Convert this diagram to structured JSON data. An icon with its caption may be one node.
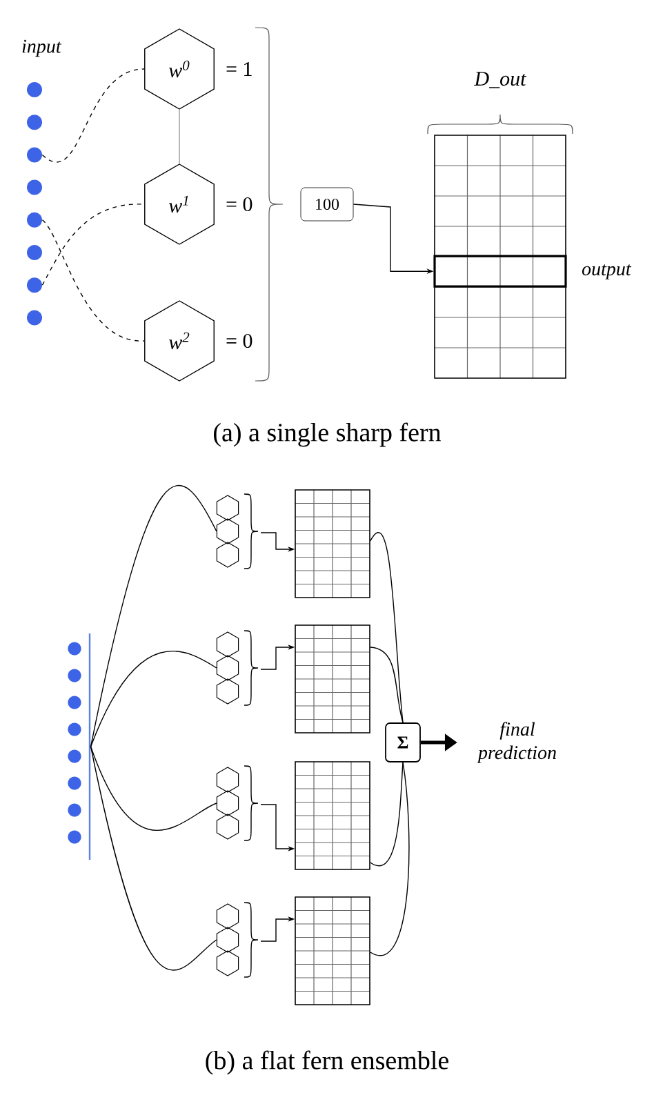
{
  "diagram": {
    "nodes": [
      {
        "text": [
          "w$^{0}$"
        ],
        "beside": [
          "= 1"
        ]
      },
      {
        "text": [
          "w$^{1}$"
        ],
        "beside": [
          "= 0"
        ]
      },
      {
        "text": [
          "w$^{2}$"
        ],
        "beside": [
          "= 0"
        ]
      },
      {
        "text": [],
        "shape": "circle"
      },
      {
        "text": [],
        "shape": "circle"
      },
      {
        "text": [],
        "shape": "circle"
      },
      {
        "text": [],
        "shape": "circle"
      },
      {
        "text": [],
        "shape": "circle"
      },
      {
        "text": [],
        "shape": "circle"
      },
      {
        "text": [],
        "shape": "circle"
      },
      {
        "text": [],
        "shape": "circle"
      },
      {
        "text": [
          "100"
        ]
      },
      {
        "text": [],
        "shape": "box"
      },
      {
        "text": [],
        "shape": "box",
        "in": 12,
        "beside": [
          "output"
        ]
      },
      {
        "text": [],
        "shape": "bar"
      },
      {
        "text": [],
        "shape": "hexagon"
      },
      {
        "text": [],
        "shape": "hexagon"
      },
      {
        "text": [],
        "shape": "hexagon"
      },
      {
        "text": [],
        "shape": "hexagon"
      },
      {
        "text": [],
        "shape": "hexagon"
      },
      {
        "text": [],
        "shape": "hexagon"
      },
      {
        "text": [],
        "shape": "hexagon"
      },
      {
        "text": [],
        "shape": "hexagon"
      },
      {
        "text": [],
        "shape": "hexagon"
      },
      {
        "text": [],
        "shape": "hexagon"
      },
      {
        "text": [],
        "shape": "hexagon"
      },
      {
        "text": [],
        "shape": "hexagon"
      },
      {
        "text": [],
        "shape": "box"
      },
      {
        "text": [],
        "shape": "box"
      },
      {
        "text": [],
        "shape": "box"
      },
      {
        "text": [],
        "shape": "box"
      },
      {
        "text": [
          "Σ"
        ]
      },
      {
        "text": [
          "final prediction"
        ]
      }
    ],
    "edges": [
      {
        "from": 0,
        "to": 1,
        "arrow": "none",
        "color": "#9a9a9a"
      },
      {
        "from": 5,
        "to": 0,
        "arrow": "none",
        "style": "dashed"
      },
      {
        "from": 9,
        "to": 1,
        "arrow": "none",
        "style": "dashed"
      },
      {
        "from": 7,
        "to": 2,
        "arrow": "none",
        "style": "dashed"
      },
      {
        "from": 11,
        "to": 13,
        "arrow": "to"
      },
      {
        "from": 14,
        "to": 16,
        "arrow": "none"
      },
      {
        "from": 14,
        "to": 19,
        "arrow": "none"
      },
      {
        "from": 14,
        "to": 22,
        "arrow": "none"
      },
      {
        "from": 14,
        "to": 25,
        "arrow": "none"
      },
      {
        "from": null,
        "to": 27,
        "arrow": "to"
      },
      {
        "from": null,
        "to": 28,
        "arrow": "to"
      },
      {
        "from": null,
        "to": 29,
        "arrow": "to"
      },
      {
        "from": null,
        "to": 30,
        "arrow": "to"
      },
      {
        "from": 27,
        "to": 31,
        "arrow": "none"
      },
      {
        "from": 28,
        "to": 31,
        "arrow": "none"
      },
      {
        "from": 29,
        "to": 31,
        "arrow": "none"
      },
      {
        "from": 30,
        "to": 31,
        "arrow": "none"
      },
      {
        "from": 31,
        "to": 32,
        "arrow": "to",
        "style": "thick"
      }
    ],
    "labels": [
      "input",
      "D_out",
      "(a) a single sharp fern",
      "(b) a flat fern ensemble"
    ]
  }
}
